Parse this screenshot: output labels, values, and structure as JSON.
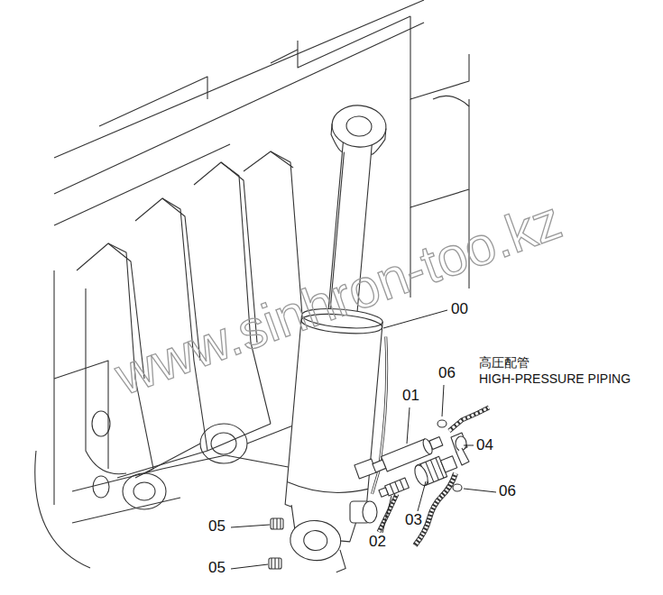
{
  "diagram": {
    "labels": [
      "00",
      "01",
      "06",
      "高圧配管",
      "HIGH-PRESSURE PIPING",
      "04",
      "06",
      "05",
      "05",
      "02",
      "03",
      "www.sinhron-too.kz"
    ]
  }
}
